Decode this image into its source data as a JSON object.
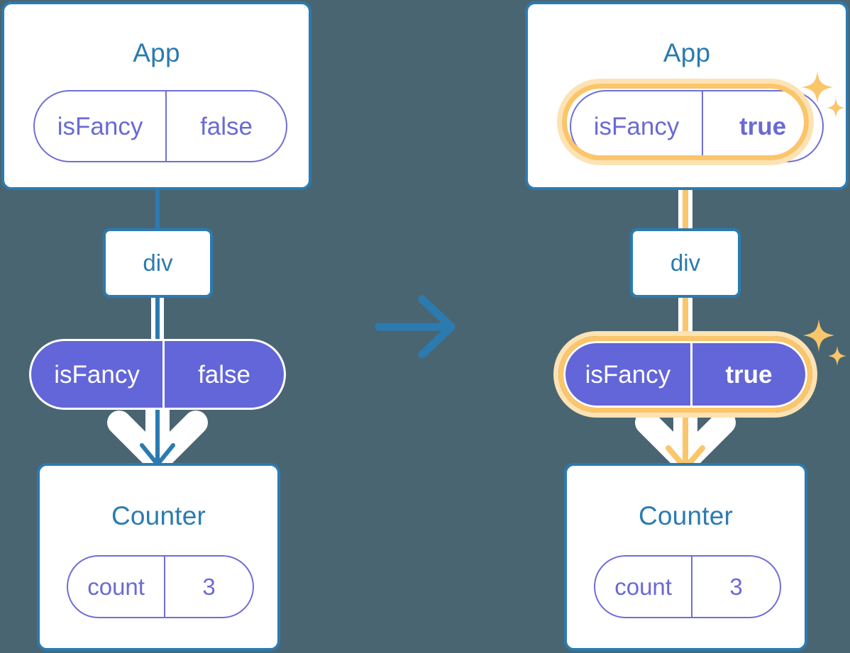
{
  "meta": {
    "background_color": "#4a6572",
    "accent_blue": "#2b7bb0",
    "accent_purple": "#6366d8",
    "accent_purple_outline": "#6a6ad4",
    "accent_orange": "#fbc56a",
    "accent_orange_soft": "#fde2b4",
    "white": "#ffffff"
  },
  "transition_arrow": {
    "icon": "arrow-right-icon",
    "color": "#2b7bb0"
  },
  "panels": [
    {
      "id": "before",
      "app_card": {
        "title": "App",
        "state_pill": {
          "key": "isFancy",
          "value": "false",
          "style": "outline",
          "highlighted": false,
          "bold_value": false
        }
      },
      "div_node": {
        "label": "div"
      },
      "prop_pill": {
        "key": "isFancy",
        "value": "false",
        "style": "solid",
        "highlighted": false,
        "bold_value": false
      },
      "counter_card": {
        "title": "Counter",
        "state_pill": {
          "key": "count",
          "value": "3",
          "style": "outline",
          "highlighted": false,
          "bold_value": false
        }
      },
      "connector_color": "#2b7bb0",
      "arrow_color": "#2b7bb0",
      "sparkles": false
    },
    {
      "id": "after",
      "app_card": {
        "title": "App",
        "state_pill": {
          "key": "isFancy",
          "value": "true",
          "style": "outline",
          "highlighted": true,
          "bold_value": true
        }
      },
      "div_node": {
        "label": "div"
      },
      "prop_pill": {
        "key": "isFancy",
        "value": "true",
        "style": "solid",
        "highlighted": true,
        "bold_value": true
      },
      "counter_card": {
        "title": "Counter",
        "state_pill": {
          "key": "count",
          "value": "3",
          "style": "outline",
          "highlighted": false,
          "bold_value": false
        }
      },
      "connector_color": "#fbc56a",
      "arrow_color": "#fbc56a",
      "sparkles": true
    }
  ]
}
